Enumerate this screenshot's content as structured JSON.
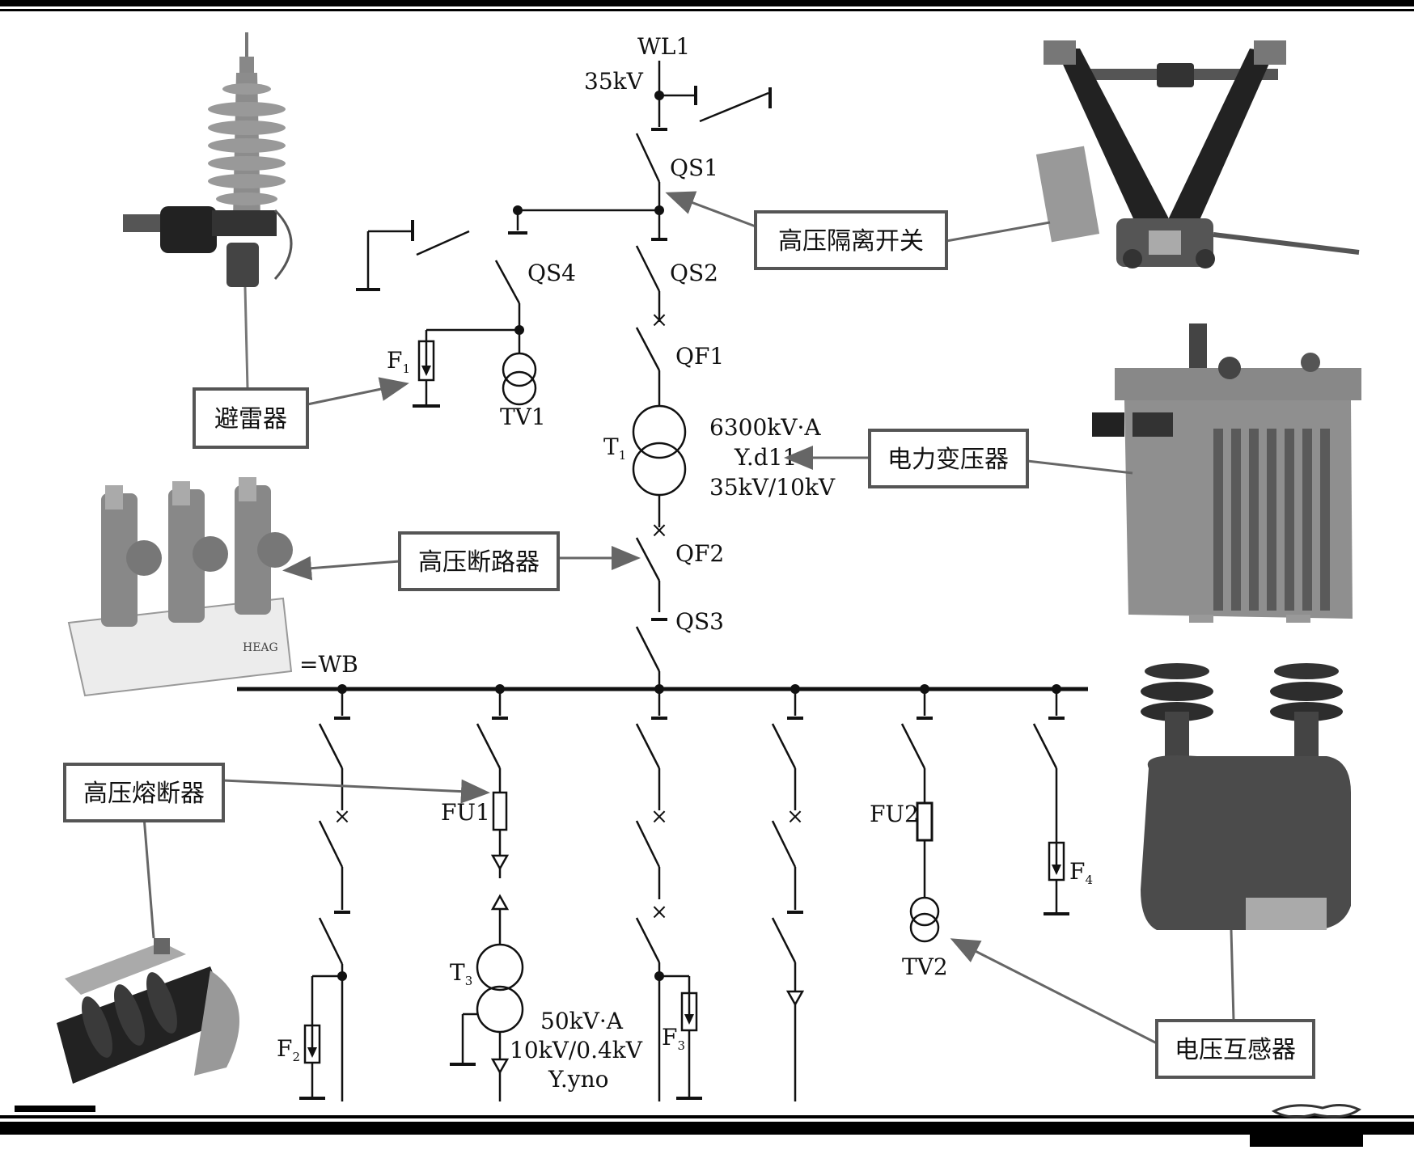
{
  "diagram": {
    "labels": {
      "wl1": "WL1",
      "wl1_voltage": "35kV",
      "qs1": "QS1",
      "qs2": "QS2",
      "qs3": "QS3",
      "qs4": "QS4",
      "qf1": "QF1",
      "qf2": "QF2",
      "f1_main": "F",
      "f1_sub": "1",
      "tv1": "TV1",
      "t1_main": "T",
      "t1_sub": "1",
      "t1_power": "6300kV·A",
      "t1_conn": "Y.d11",
      "t1_ratio": "35kV/10kV",
      "bus": "=WB",
      "fu1": "FU1",
      "fu2": "FU2",
      "t3_main": "T",
      "t3_sub": "3",
      "t3_power": "50kV·A",
      "t3_ratio": "10kV/0.4kV",
      "t3_conn": "Y.yno",
      "f2_main": "F",
      "f2_sub": "2",
      "f3_main": "F",
      "f3_sub": "3",
      "f4_main": "F",
      "f4_sub": "4",
      "tv2": "TV2"
    },
    "callouts": {
      "isolator": "高压隔离开关",
      "arrester": "避雷器",
      "transformer": "电力变压器",
      "breaker": "高压断路器",
      "fuse": "高压熔断器",
      "vt": "电压互感器"
    }
  }
}
